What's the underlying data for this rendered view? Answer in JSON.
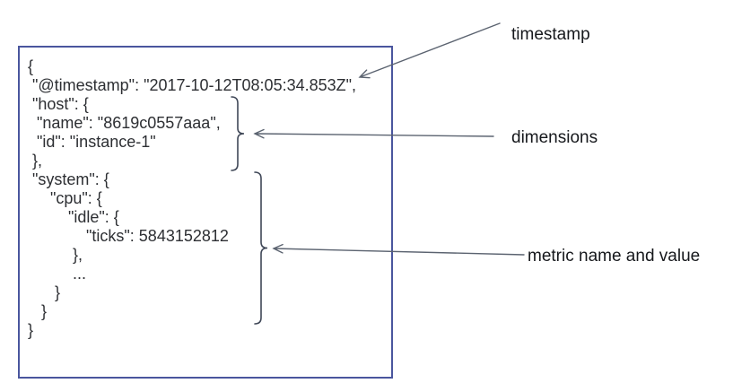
{
  "diagram": {
    "description_labels": {
      "timestamp": "timestamp",
      "dimensions": "dimensions",
      "metric": "metric name and value"
    }
  },
  "code_box": {
    "lines": [
      "{",
      " \"@timestamp\": \"2017-10-12T08:05:34.853Z\",",
      " \"host\": {",
      "  \"name\": \"8619c0557aaa\",",
      "  \"id\": \"instance-1\"",
      " },",
      " \"system\": {",
      "     \"cpu\": {",
      "         \"idle\": {",
      "             \"ticks\": 5843152812",
      "          },",
      "          ...",
      "      }",
      "   }",
      "}"
    ]
  },
  "annotations": [
    {
      "id": "timestamp",
      "label": "timestamp",
      "points_to": "@timestamp value"
    },
    {
      "id": "dimensions",
      "label": "dimensions",
      "points_to": "host block"
    },
    {
      "id": "metric",
      "label": "metric name and value",
      "points_to": "system block"
    }
  ],
  "colors": {
    "box_border": "#4a569e",
    "code_text": "#2d2f33",
    "brace": "#3f4757",
    "arrow": "#5b6370",
    "label_text": "#16181c",
    "background": "#ffffff"
  }
}
